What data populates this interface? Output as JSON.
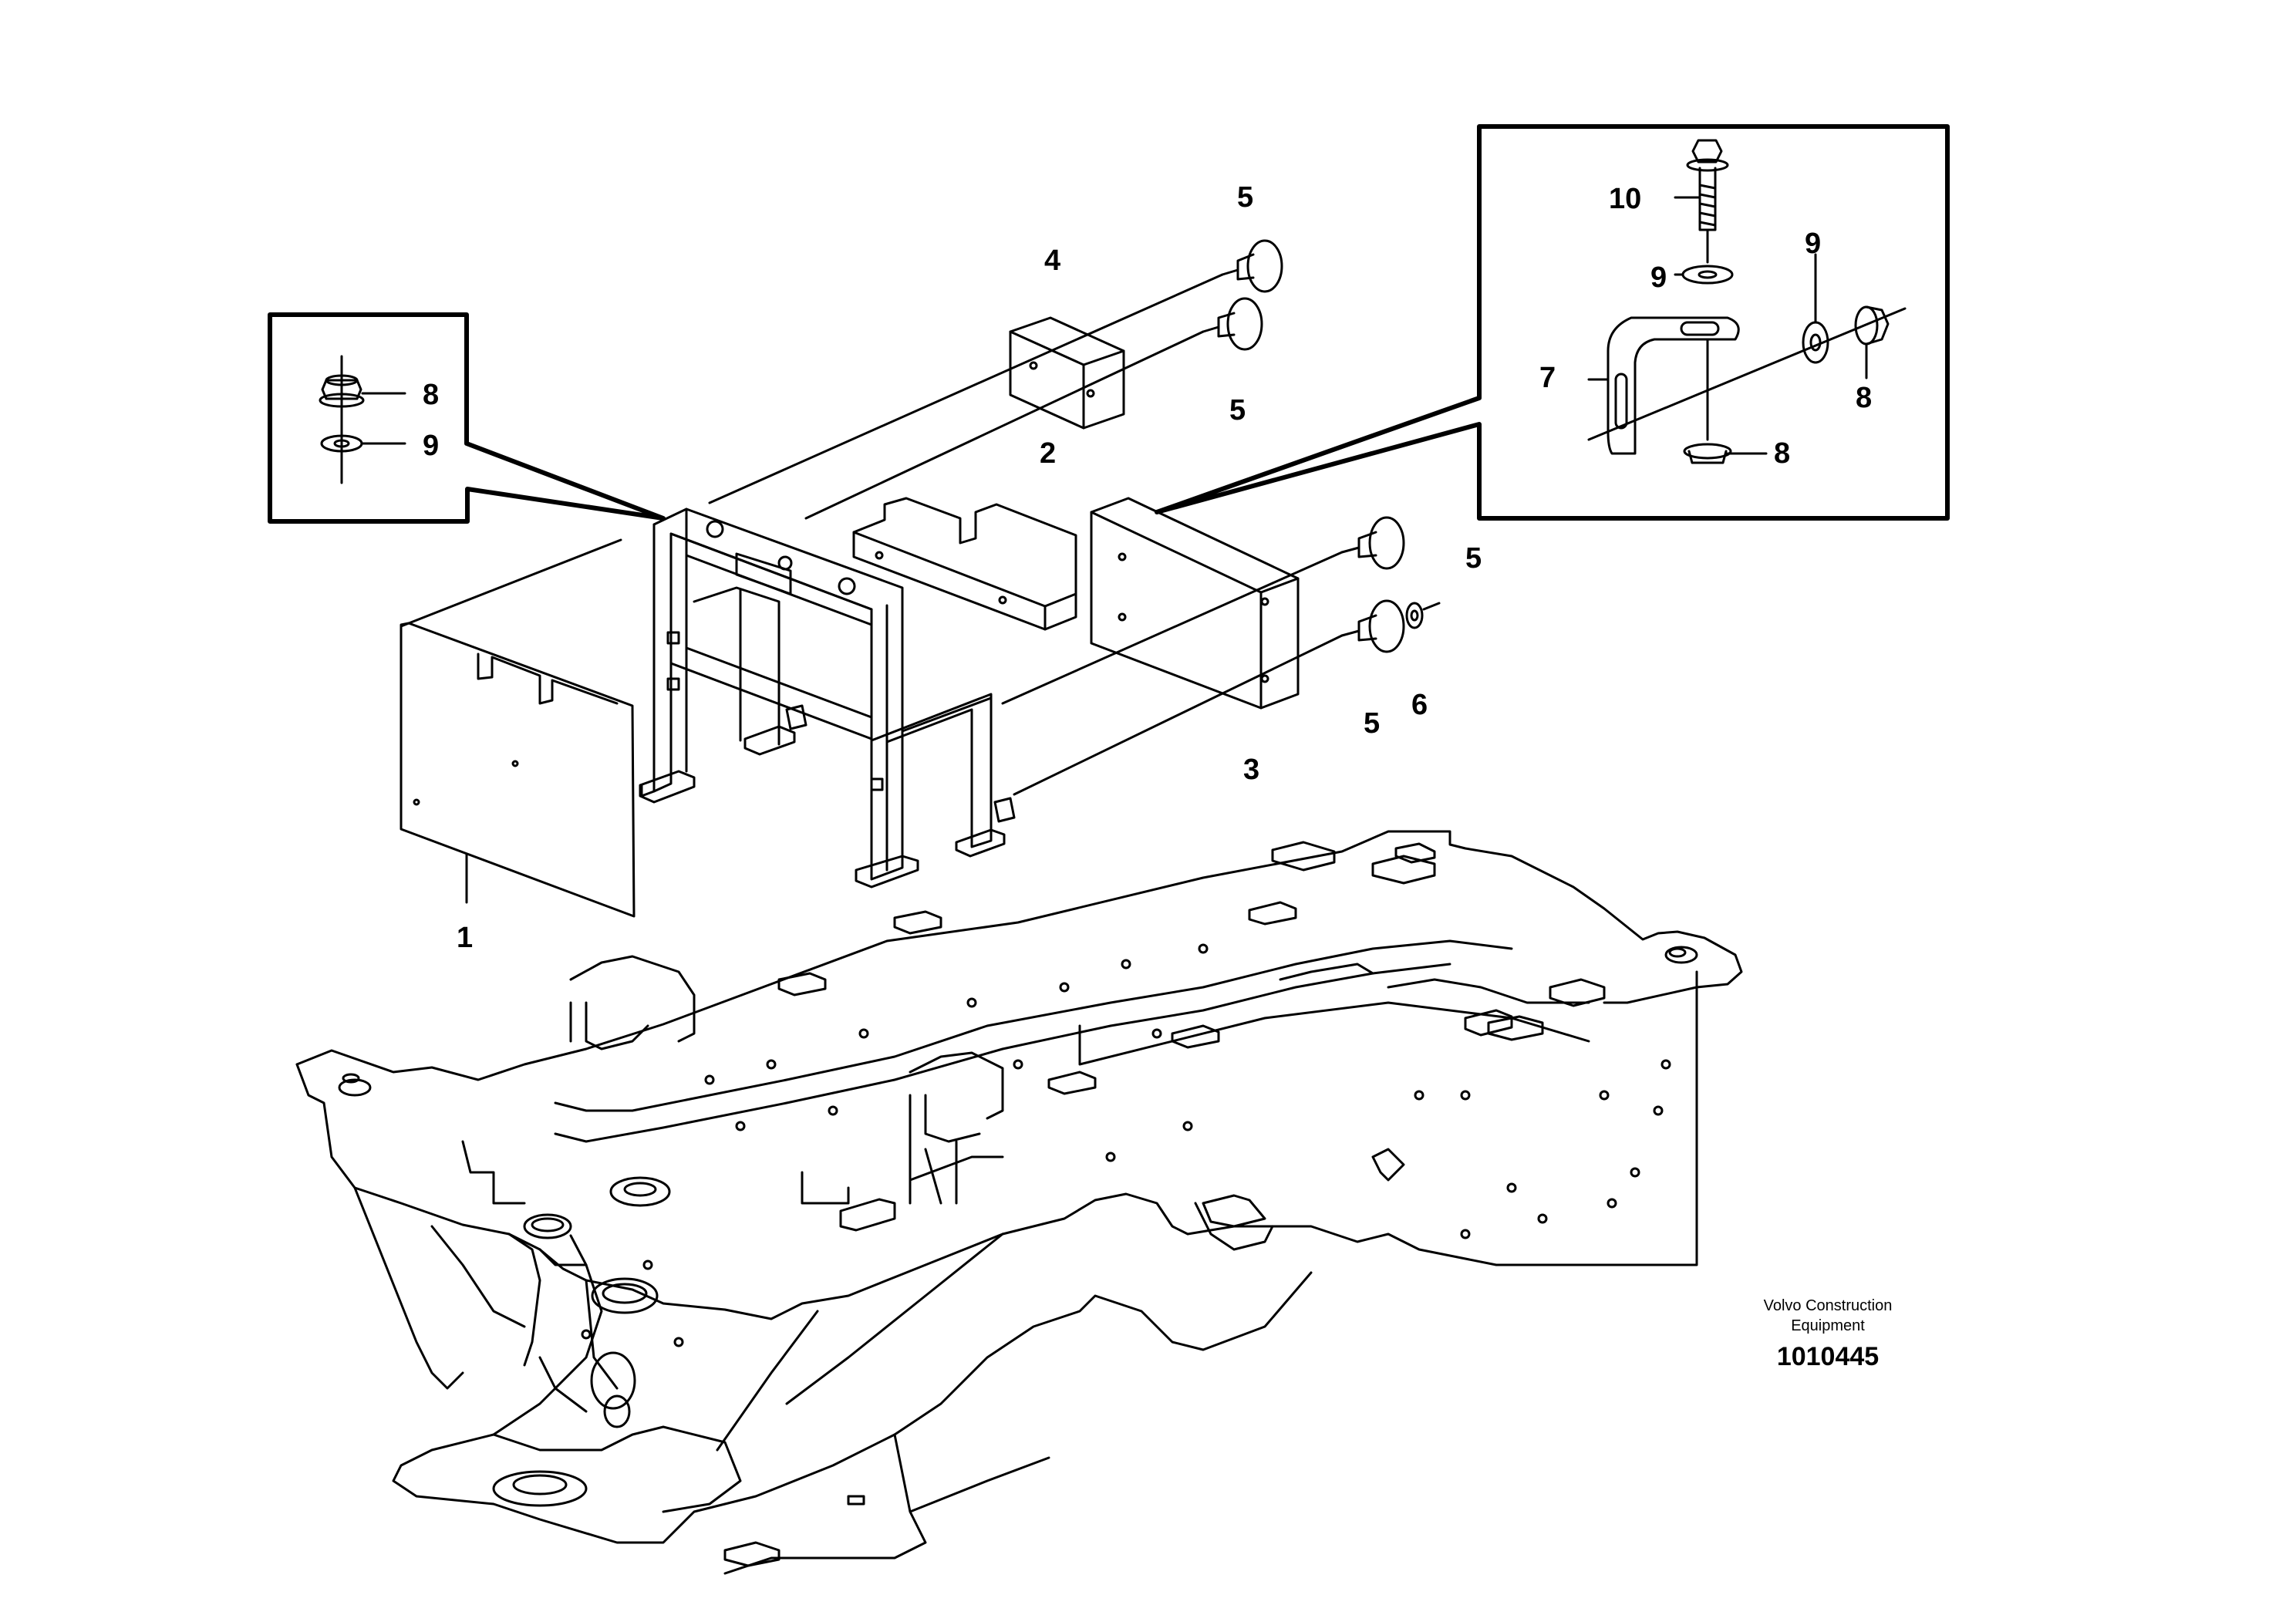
{
  "diagram": {
    "callouts": [
      "1",
      "2",
      "3",
      "4",
      "5",
      "5",
      "5",
      "5",
      "6",
      "7",
      "8",
      "8",
      "8",
      "9",
      "9",
      "9",
      "10"
    ],
    "detail_left": {
      "labels": [
        "8",
        "9"
      ]
    },
    "detail_right": {
      "labels": [
        "10",
        "9",
        "9",
        "7",
        "8",
        "8"
      ]
    }
  },
  "credit": {
    "line1": "Volvo Construction",
    "line2": "Equipment",
    "number": "1010445"
  }
}
